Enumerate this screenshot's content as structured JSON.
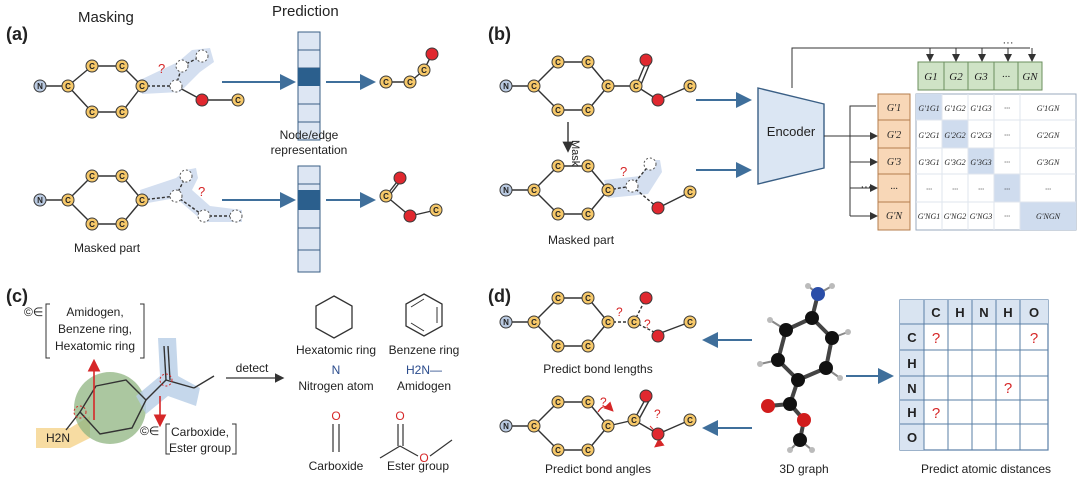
{
  "panels": {
    "a": {
      "label": "(a)",
      "masking_title": "Masking",
      "prediction_title": "Prediction",
      "rep_caption_line1": "Node/edge",
      "rep_caption_line2": "representation",
      "masked_caption": "Masked part"
    },
    "b": {
      "label": "(b)",
      "mask_label": "Mask",
      "encoder_label": "Encoder",
      "masked_caption": "Masked part",
      "top_tokens": [
        "G1",
        "G2",
        "G3",
        "···",
        "GN"
      ],
      "side_tokens": [
        "G'1",
        "G'2",
        "G'3",
        "···",
        "G'N"
      ],
      "matrix_rows": [
        [
          "G'1G1",
          "G'1G2",
          "G'1G3",
          "···",
          "G'1GN"
        ],
        [
          "G'2G1",
          "G'2G2",
          "G'2G3",
          "···",
          "G'2GN"
        ],
        [
          "G'3G1",
          "G'3G2",
          "G'3G3",
          "···",
          "G'3GN"
        ],
        [
          "···",
          "···",
          "···",
          "···",
          "···"
        ],
        [
          "G'NG1",
          "G'NG2",
          "G'NG3",
          "···",
          "G'NGN"
        ]
      ]
    },
    "c": {
      "label": "(c)",
      "set1_line1": "Amidogen,",
      "set1_line2": "Benzene ring,",
      "set1_line3": "Hexatomic ring",
      "set2_line1": "Carboxide,",
      "set2_line2": "Ester group",
      "membership": "©∈",
      "detect_label": "detect",
      "nh2_label": "H2N",
      "items": [
        {
          "name": "Hexatomic ring"
        },
        {
          "name": "Benzene ring"
        },
        {
          "name": "Nitrogen atom",
          "symbol": "N"
        },
        {
          "name": "Amidogen",
          "symbol": "H2N—"
        },
        {
          "name": "Carboxide",
          "symbol": "O"
        },
        {
          "name": "Ester group",
          "symbol": "O"
        }
      ]
    },
    "d": {
      "label": "(d)",
      "bond_lengths_caption": "Predict bond lengths",
      "bond_angles_caption": "Predict bond angles",
      "graph3d_caption": "3D graph",
      "distances_caption": "Predict atomic distances",
      "matrix_headers": [
        "C",
        "H",
        "N",
        "H",
        "O"
      ],
      "matrix_rows": [
        "C",
        "H",
        "N",
        "H",
        "O"
      ],
      "question": "?"
    }
  },
  "atoms": {
    "carbon": "C",
    "oxygen": "O",
    "nitrogen": "N",
    "question": "?"
  },
  "colors": {
    "carbon": "#f6c869",
    "oxygen": "#e0282f",
    "nitrogen": "#b9c9e0",
    "highlight": "#cfdcee",
    "arrow": "#3f6f9b",
    "token_green": "#cfe3c6",
    "token_orange": "#f8d7b7"
  }
}
